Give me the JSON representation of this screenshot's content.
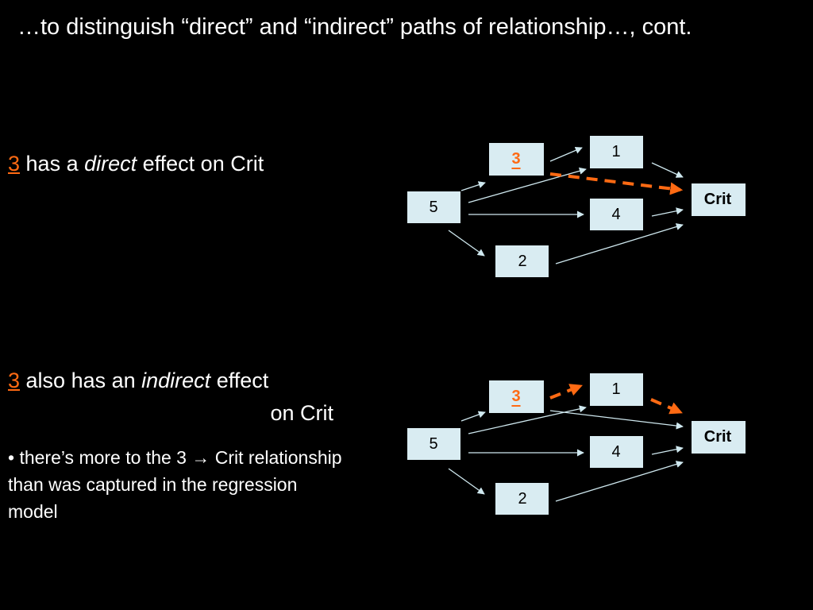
{
  "slide": {
    "title": "…to distinguish “direct” and “indirect” paths of relationship…, cont."
  },
  "statement_direct": {
    "number": "3",
    "pre": " has a ",
    "emphasis": "direct",
    "post": " effect on Crit"
  },
  "statement_indirect": {
    "number": "3",
    "pre": " also has an ",
    "emphasis": "indirect",
    "post": " effect",
    "line2": "on Crit"
  },
  "bullet": {
    "text": "• there’s more to the 3 → Crit relationship than was captured in the regression model"
  },
  "nodes": {
    "n1": "1",
    "n2": "2",
    "n3": "3",
    "n4": "4",
    "n5": "5",
    "crit": "Crit"
  },
  "colors": {
    "background": "#000000",
    "accent": "#ff6a13",
    "box": "#d9ecf2",
    "arrow": "#cfe8ef"
  }
}
